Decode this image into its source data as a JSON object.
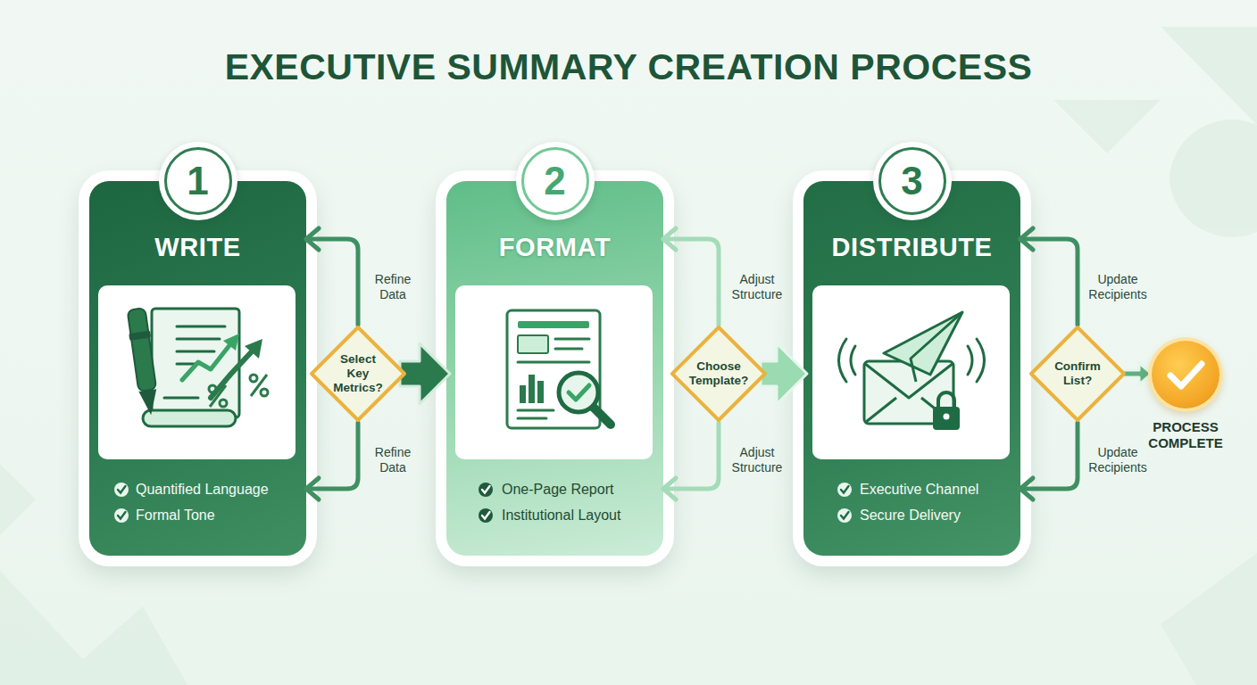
{
  "diagram": {
    "title": "EXECUTIVE SUMMARY CREATION PROCESS",
    "nodes": [
      {
        "text": [
          "WRITE",
          "Quantified Language",
          "Formal Tone"
        ]
      },
      {
        "text": [
          "1"
        ],
        "in": 0
      },
      {
        "text": [
          "Select Key Metrics?"
        ]
      },
      {
        "text": [
          "FORMAT",
          "One-Page Report",
          "Institutional Layout"
        ]
      },
      {
        "text": [
          "2"
        ],
        "in": 3
      },
      {
        "text": [
          "Choose Template?"
        ]
      },
      {
        "text": [
          "DISTRIBUTE",
          "Executive Channel",
          "Secure Delivery"
        ]
      },
      {
        "text": [
          "3"
        ],
        "in": 6
      },
      {
        "text": [
          "Confirm List?"
        ]
      },
      {
        "text": [
          "PROCESS COMPLETE"
        ]
      }
    ],
    "edges": [
      {
        "from": 2,
        "to": 3,
        "arrow": "to"
      },
      {
        "from": 2,
        "to": 0,
        "label": "Refine Data",
        "arrow": "to"
      },
      {
        "from": 2,
        "to": 0,
        "label": "Refine Data",
        "arrow": "to"
      },
      {
        "from": 5,
        "to": 6,
        "arrow": "to"
      },
      {
        "from": 5,
        "to": 3,
        "label": "Adjust Structure",
        "arrow": "to"
      },
      {
        "from": 5,
        "to": 3,
        "label": "Adjust Structure",
        "arrow": "to"
      },
      {
        "from": 8,
        "to": 9,
        "arrow": "to"
      },
      {
        "from": 8,
        "to": 6,
        "label": "Update Recipients",
        "arrow": "to"
      },
      {
        "from": 8,
        "to": 6,
        "label": "Update Recipients",
        "arrow": "to"
      }
    ]
  }
}
